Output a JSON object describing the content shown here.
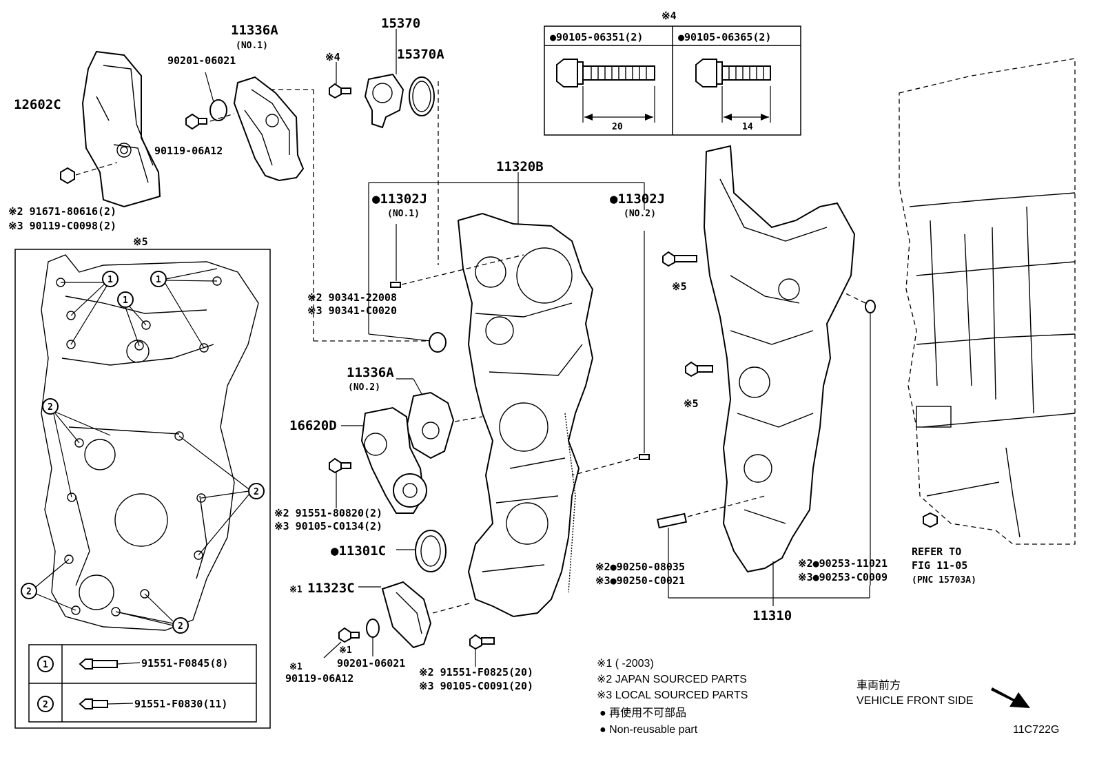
{
  "labels": {
    "p12602c": "12602C",
    "p91671": "※2 91671-80616(2)",
    "p90119c0098": "※3 90119-C0098(2)",
    "p11336a_1": "11336A",
    "p11336a_1_sub": "(NO.1)",
    "p90201_top": "90201-06021",
    "p90119_06a12_top": "90119-06A12",
    "p15370": "15370",
    "p15370a": "15370A",
    "p_note4_bolt": "※4",
    "p11320b": "11320B",
    "p11302j_1": "●11302J",
    "p11302j_1_sub": "(NO.1)",
    "p11302j_2": "●11302J",
    "p11302j_2_sub": "(NO.2)",
    "p90341_22008": "※2 90341-22008",
    "p90341_c0020": "※3 90341-C0020",
    "p11336a_2": "11336A",
    "p11336a_2_sub": "(NO.2)",
    "p16620d": "16620D",
    "p91551_80820": "※2 91551-80820(2)",
    "p90105_c0134": "※3 90105-C0134(2)",
    "p11301c": "●11301C",
    "p11323c_prefix": "※1",
    "p11323c": "11323C",
    "p_note1_a": "※1",
    "p90119_06a12_bot": "90119-06A12",
    "p_note1_b": "※1",
    "p90201_bot": "90201-06021",
    "p91551_f0825": "※2 91551-F0825(20)",
    "p90105_c0091": "※3 90105-C0091(20)",
    "p_note5_a": "※5",
    "p_note5_b": "※5",
    "p90250_08035": "※2●90250-08035",
    "p90250_c0021": "※3●90250-C0021",
    "p90253_11021": "※2●90253-11021",
    "p90253_c0009": "※3●90253-C0009",
    "p11310": "11310",
    "refer_1": "REFER TO",
    "refer_2": "FIG 11-05",
    "refer_3": "(PNC 15703A)",
    "fig_code": "11C722G"
  },
  "note4_box": {
    "title": "※4",
    "col1_header": "●90105-06351(2)",
    "col2_header": "●90105-06365(2)",
    "col1_dim": "20",
    "col2_dim": "14"
  },
  "note5_box": {
    "title": "※5",
    "marker1": "1",
    "marker2": "2",
    "row1_part": "91551-F0845(8)",
    "row2_part": "91551-F0830(11)"
  },
  "legend": {
    "line1": "※1 (      -2003)",
    "line2": "※2 JAPAN SOURCED PARTS",
    "line3": "※3 LOCAL SOURCED PARTS",
    "line4": "● 再使用不可部品",
    "line5": "● Non-reusable part"
  },
  "direction": {
    "jp": "車両前方",
    "en": "VEHICLE FRONT SIDE"
  }
}
